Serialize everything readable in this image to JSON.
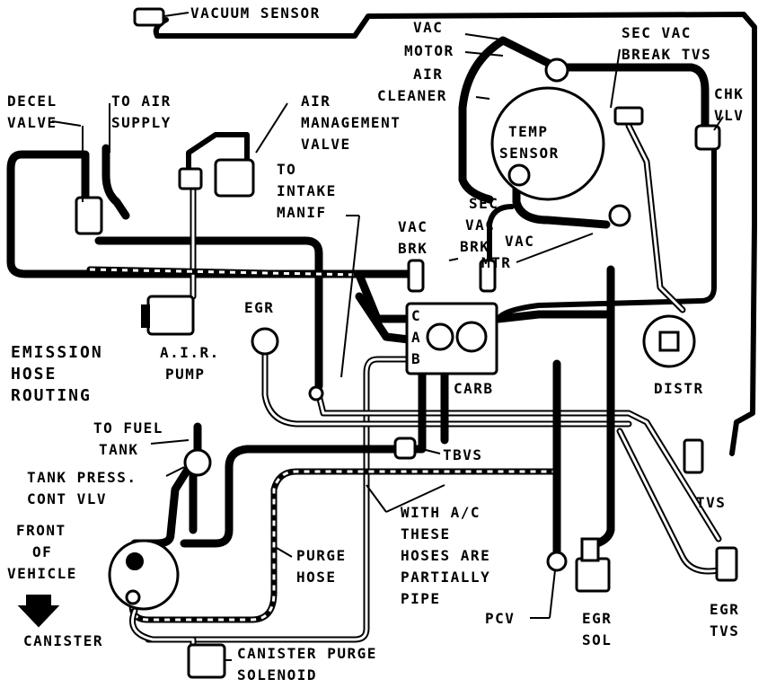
{
  "title": {
    "line1": "EMISSION",
    "line2": "HOSE",
    "line3": "ROUTING"
  },
  "labels": {
    "vacuum_sensor": "VACUUM SENSOR",
    "vac_motor_1": "VAC",
    "vac_motor_2": "MOTOR",
    "air_cleaner_1": "AIR",
    "air_cleaner_2": "CLEANER",
    "sec_vac_break_tvs_1": "SEC VAC",
    "sec_vac_break_tvs_2": "BREAK TVS",
    "chk_vlv_1": "CHK",
    "chk_vlv_2": "VLV",
    "decel_valve_1": "DECEL",
    "decel_valve_2": "VALVE",
    "to_air_supply_1": "TO AIR",
    "to_air_supply_2": "SUPPLY",
    "air_mgmt_valve_1": "AIR",
    "air_mgmt_valve_2": "MANAGEMENT",
    "air_mgmt_valve_3": "VALVE",
    "temp_sensor_1": "TEMP",
    "temp_sensor_2": "SENSOR",
    "to_intake_manif_1": "TO",
    "to_intake_manif_2": "INTAKE",
    "to_intake_manif_3": "MANIF",
    "vac_brk_1": "VAC",
    "vac_brk_2": "BRK",
    "sec_vac_brk_1": "SEC",
    "sec_vac_brk_2": "VAC",
    "sec_vac_brk_3": "BRK",
    "vac_mtr_1": "VAC",
    "vac_mtr_2": "MTR",
    "egr": "EGR",
    "air_pump_1": "A.I.R.",
    "air_pump_2": "PUMP",
    "carb_ports": [
      "C",
      "A",
      "B"
    ],
    "carb": "CARB",
    "distr": "DISTR",
    "to_fuel_tank_1": "TO FUEL",
    "to_fuel_tank_2": "TANK",
    "tank_press_1": "TANK PRESS.",
    "tank_press_2": "CONT VLV",
    "tbvs": "TBVS",
    "front_of_vehicle_1": "FRONT",
    "front_of_vehicle_2": "OF",
    "front_of_vehicle_3": "VEHICLE",
    "with_ac_1": "WITH A/C",
    "with_ac_2": "THESE",
    "with_ac_3": "HOSES ARE",
    "with_ac_4": "PARTIALLY",
    "with_ac_5": "PIPE",
    "purge_hose_1": "PURGE",
    "purge_hose_2": "HOSE",
    "tvs": "TVS",
    "pcv": "PCV",
    "egr_sol_1": "EGR",
    "egr_sol_2": "SOL",
    "egr_tvs_1": "EGR",
    "egr_tvs_2": "TVS",
    "canister": "CANISTER",
    "canister_purge_1": "CANISTER PURGE",
    "canister_purge_2": "SOLENOID"
  }
}
